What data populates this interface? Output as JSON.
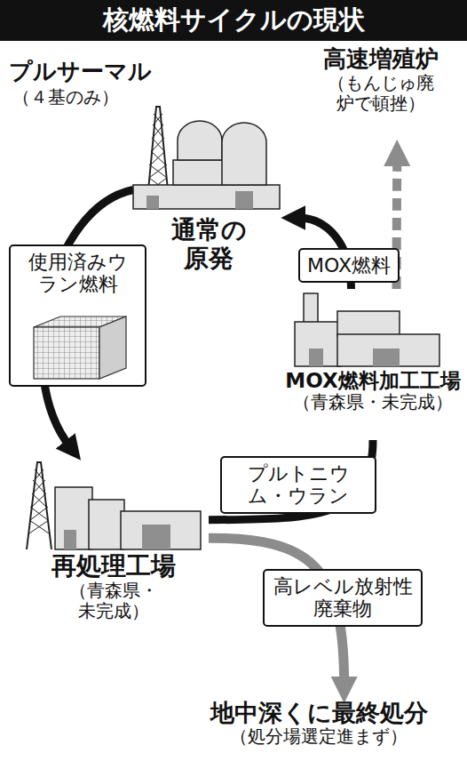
{
  "diagram": {
    "title": "核燃料サイクルの現状",
    "nodes": [
      {
        "text": [
          "通常の原発"
        ]
      },
      {
        "text": [
          "高速増殖炉",
          "（もんじゅ廃炉で頓挫）"
        ]
      },
      {
        "text": [
          "MOX燃料加工工場",
          "（青森県・未完成）"
        ]
      },
      {
        "text": [
          "再処理工場",
          "（青森県・未完成）"
        ]
      },
      {
        "text": [
          "地中深くに最終処分",
          "（処分場選定進まず）"
        ]
      }
    ],
    "edges": [
      {
        "from": 0,
        "to": 3,
        "label": "使用済みウラン燃料",
        "arrow": "to"
      },
      {
        "from": 3,
        "to": 2,
        "label": "プルトニウム・ウラン",
        "arrow": "none"
      },
      {
        "from": 2,
        "to": 0,
        "label": "MOX燃料",
        "arrow": "to"
      },
      {
        "from": 2,
        "to": 1,
        "arrow": "to"
      },
      {
        "from": 3,
        "to": 4,
        "label": "高レベル放射性廃棄物",
        "arrow": "to"
      }
    ],
    "labels": [
      "プルサーマル",
      "（４基のみ）"
    ]
  }
}
